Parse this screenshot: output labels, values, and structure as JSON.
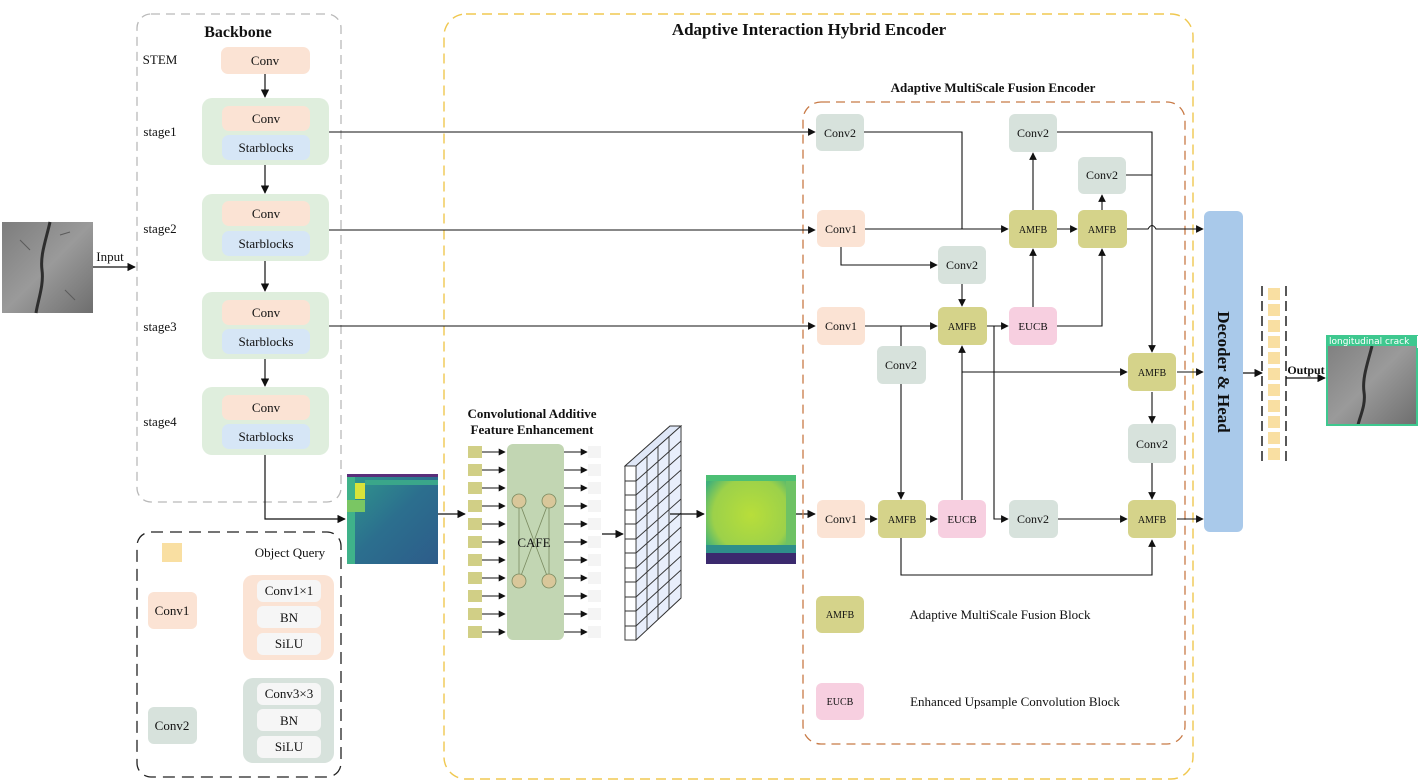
{
  "colors": {
    "conv_orange": "#fbe3d4",
    "starblock_blue": "#d6e6f6",
    "stage_green": "#dfeedd",
    "conv2_gray": "#d7e2dc",
    "amfb_olive": "#d5d38a",
    "eucb_pink": "#f7cfe0",
    "decoder_blue": "#a9c9ea",
    "query_yellow": "#f9dfa2",
    "cafe_green": "#c2d6b3",
    "token_olive": "#d1cf86",
    "aihe_border": "#f0c850",
    "amfe_border": "#c87a46"
  },
  "backbone": {
    "title": "Backbone",
    "stem_label": "STEM",
    "stem_conv": "Conv",
    "stages": [
      {
        "label": "stage1",
        "conv": "Conv",
        "block": "Starblocks"
      },
      {
        "label": "stage2",
        "conv": "Conv",
        "block": "Starblocks"
      },
      {
        "label": "stage3",
        "conv": "Conv",
        "block": "Starblocks"
      },
      {
        "label": "stage4",
        "conv": "Conv",
        "block": "Starblocks"
      }
    ]
  },
  "input_label": "Input",
  "legend": {
    "object_query": "Object Query",
    "conv1": {
      "name": "Conv1",
      "layers": [
        "Conv1×1",
        "BN",
        "SiLU"
      ]
    },
    "conv2": {
      "name": "Conv2",
      "layers": [
        "Conv3×3",
        "BN",
        "SiLU"
      ]
    }
  },
  "cafe": {
    "title_line1": "Convolutional Additive",
    "title_line2": "Feature Enhancement",
    "label": "CAFE"
  },
  "aihe": {
    "title": "Adaptive Interaction Hybrid Encoder"
  },
  "amfe": {
    "title": "Adaptive MultiScale Fusion Encoder",
    "conv2": "Conv2",
    "conv1": "Conv1",
    "amfb": "AMFB",
    "eucb": "EUCB"
  },
  "block_legend": {
    "amfb_key": "AMFB",
    "amfb_text": "Adaptive MultiScale Fusion Block",
    "eucb_key": "EUCB",
    "eucb_text": "Enhanced Upsample Convolution Block"
  },
  "decoder": {
    "label": "Decoder & Head"
  },
  "output_label": "Output",
  "detection_label": "longitudinal crack"
}
